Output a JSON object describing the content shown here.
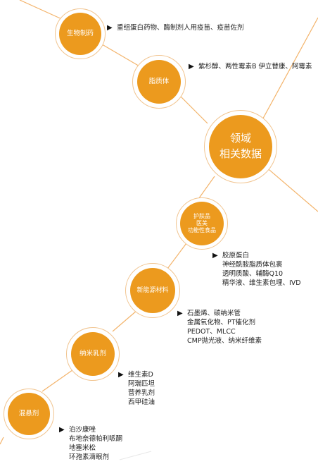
{
  "colors": {
    "accent": "#ec9a1e",
    "ring": "#f1c48f",
    "line": "#f3b36a",
    "text": "#222222"
  },
  "center": {
    "lines": [
      "领域",
      "相关数据"
    ]
  },
  "nodes": [
    {
      "lines": [
        "生物制药"
      ],
      "items": [
        "重组蛋白药物、酶制剂人用疫苗、疫苗佐剂"
      ]
    },
    {
      "lines": [
        "脂质体"
      ],
      "items": [
        "紫杉醇、两性霉素B 伊立替康、阿霉素"
      ]
    },
    {
      "lines": [
        "护肤品",
        "医美",
        "功能性食品"
      ],
      "items": [
        "胶原蛋白",
        "神经酰胺脂质体包裹",
        "透明质酸、辅酶Q10",
        "精华液、维生素包埋、IVD"
      ]
    },
    {
      "lines": [
        "新能源材料"
      ],
      "items": [
        "石墨烯、碳纳米管",
        "金属氧化物、PT催化剂",
        "PEDOT、MLCC",
        "CMP抛光液、纳米纤维素"
      ]
    },
    {
      "lines": [
        "纳米乳剂"
      ],
      "items": [
        "维生素D",
        "阿瑞匹坦",
        "营养乳剂",
        "西甲硅油"
      ]
    },
    {
      "lines": [
        "混悬剂"
      ],
      "items": [
        "泊沙康唑",
        "布地奈德帕利哌酮",
        "地塞米松",
        "环孢素滴眼剂"
      ]
    }
  ],
  "arrow_glyph": "▶"
}
